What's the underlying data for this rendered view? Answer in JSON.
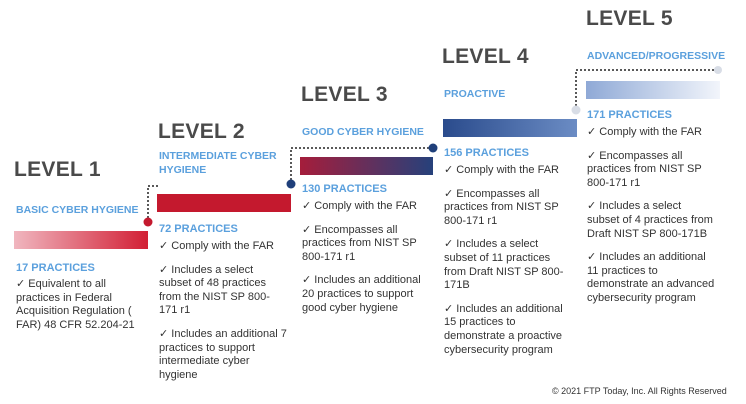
{
  "levels": [
    {
      "title": "LEVEL 1",
      "subtitle": "BASIC CYBER HYGIENE",
      "practices": "17 PRACTICES",
      "items": [
        "✓ Equivalent to all practices in Federal Acquisition Regulation ( FAR) 48 CFR 52.204-21"
      ],
      "bar_colors": [
        "#f0b6bf",
        "#d21f34"
      ]
    },
    {
      "title": "LEVEL 2",
      "subtitle": "INTERMEDIATE CYBER HYGIENE",
      "practices": "72 PRACTICES",
      "items": [
        "✓ Comply with the FAR",
        "✓ Includes a select subset of 48 practices from the NIST SP 800-171 r1",
        "✓ Includes an additional 7 practices to support intermediate cyber hygiene"
      ],
      "bar_colors": [
        "#c4192e",
        "#c4192e"
      ]
    },
    {
      "title": "LEVEL 3",
      "subtitle": "GOOD CYBER HYGIENE",
      "practices": "130 PRACTICES",
      "items": [
        "✓ Comply with the FAR",
        "✓ Encompasses all practices from NIST SP 800-171 r1",
        "✓ Includes an additional 20 practices to support good cyber hygiene"
      ],
      "bar_colors": [
        "#a51d3b",
        "#26417b"
      ]
    },
    {
      "title": "LEVEL 4",
      "subtitle": "PROACTIVE",
      "practices": "156 PRACTICES",
      "items": [
        "✓ Comply with the FAR",
        "✓ Encompasses all practices from NIST SP 800-171 r1",
        "✓ Includes a select subset of 11 practices from Draft NIST SP 800-171B",
        "✓ Includes an additional 15 practices to demonstrate a proactive cybersecurity program"
      ],
      "bar_colors": [
        "#2a4b8c",
        "#6b8cc4"
      ]
    },
    {
      "title": "LEVEL 5",
      "subtitle": "ADVANCED/PROGRESSIVE",
      "practices": "171 PRACTICES",
      "items": [
        "✓ Comply with the FAR",
        "✓ Encompasses all practices from NIST SP 800-171 r1",
        "✓ Includes a select subset of 4 practices from Draft NIST SP 800-171B",
        "✓ Includes an additional 11 practices to demonstrate an advanced cybersecurity program"
      ],
      "bar_colors": [
        "#8fa9d6",
        "#f2f5fb"
      ]
    }
  ],
  "connector_colors": [
    "#c4192e",
    "#1f3f7a",
    "#1f3f7a",
    "#d8dde6"
  ],
  "copyright": "© 2021 FTP Today, Inc. All Rights Reserved"
}
